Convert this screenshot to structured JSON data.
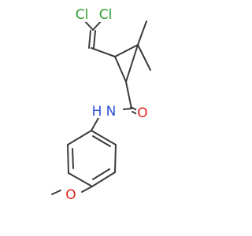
{
  "molecule": {
    "atoms": [
      {
        "id": "cl1",
        "label": "Cl",
        "color": "#2e9e2e"
      },
      {
        "id": "cl2",
        "label": "Cl",
        "color": "#2e9e2e"
      },
      {
        "id": "n1",
        "label": "N",
        "color": "#2f4fd6"
      },
      {
        "id": "h1",
        "label": "H",
        "color": "#2f4fd6"
      },
      {
        "id": "o1",
        "label": "O",
        "color": "#e0201b"
      },
      {
        "id": "o2",
        "label": "O",
        "color": "#e0201b"
      }
    ],
    "bond_color": "#3a3a3a"
  }
}
